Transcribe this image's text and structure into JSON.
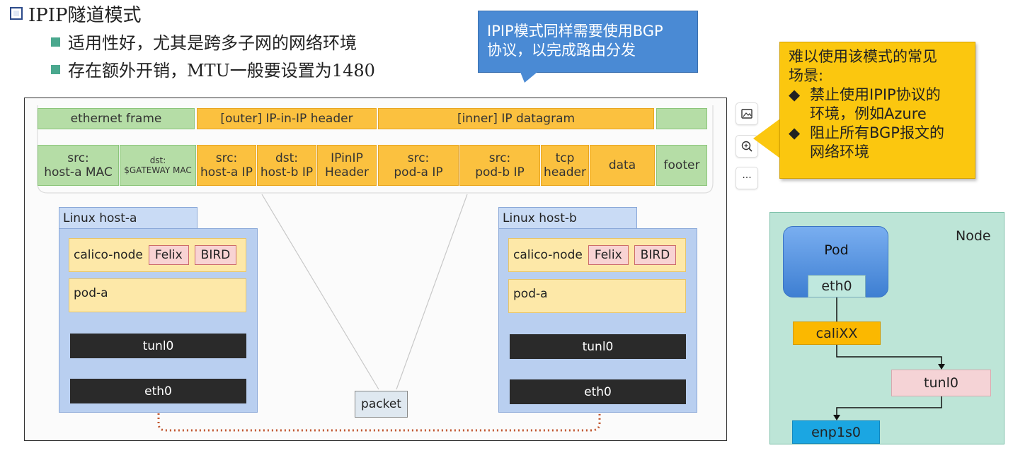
{
  "slide": {
    "title": "IPIP隧道模式",
    "bullets": [
      "适用性好，尤其是跨多子网的网络环境",
      "存在额外开销，MTU一般要设置为1480"
    ]
  },
  "callouts": {
    "blue": [
      "IPIP模式同样需要使用BGP",
      "协议，以完成路由分发"
    ],
    "yellow_title": [
      "难以使用该模式的常见",
      "场景:"
    ],
    "yellow_items": [
      {
        "bullet": "◆",
        "lines": [
          "禁止使用IPIP协议的",
          "环境，例如Azure"
        ]
      },
      {
        "bullet": "◆",
        "lines": [
          "阻止所有BGP报文的",
          "网络环境"
        ]
      }
    ]
  },
  "toolbar": {
    "image_icon": "image-icon",
    "zoom_icon": "zoom-in-icon",
    "more_label": "···"
  },
  "packet_header_row": {
    "ethernet": "ethernet frame",
    "outer": "[outer] IP-in-IP header",
    "inner": "[inner] IP datagram",
    "footer": ""
  },
  "packet_fields": [
    {
      "l1": "src:",
      "l2": "host-a MAC"
    },
    {
      "l1": "dst:",
      "l2": "$GATEWAY MAC"
    },
    {
      "l1": "src:",
      "l2": "host-a IP"
    },
    {
      "l1": "dst:",
      "l2": "host-b IP"
    },
    {
      "l1": "IPinIP",
      "l2": "Header"
    },
    {
      "l1": "src:",
      "l2": "pod-a IP"
    },
    {
      "l1": "src:",
      "l2": "pod-b IP"
    },
    {
      "l1": "tcp",
      "l2": "header"
    },
    {
      "l1": "data",
      "l2": ""
    },
    {
      "l1": "footer",
      "l2": ""
    }
  ],
  "host_a": {
    "name": "Linux host-a",
    "calico": "calico-node",
    "felix": "Felix",
    "bird": "BIRD",
    "pod": "pod-a",
    "tunl": "tunl0",
    "eth": "eth0"
  },
  "host_b": {
    "name": "Linux host-b",
    "calico": "calico-node",
    "felix": "Felix",
    "bird": "BIRD",
    "pod": "pod-a",
    "tunl": "tunl0",
    "eth": "eth0"
  },
  "packet_label": "packet",
  "node_diagram": {
    "node": "Node",
    "pod": "Pod",
    "eth0": "eth0",
    "cali": "caliXX",
    "tunl": "tunl0",
    "enp": "enp1s0"
  },
  "colors": {
    "green": "#b5dda6",
    "orange": "#fbc13f",
    "host_blue": "#b9cff0",
    "callout_blue": "#4a8ad4",
    "callout_yellow": "#fbc70f",
    "node_bg": "#bde5d7",
    "arrow": "#c0552e"
  }
}
